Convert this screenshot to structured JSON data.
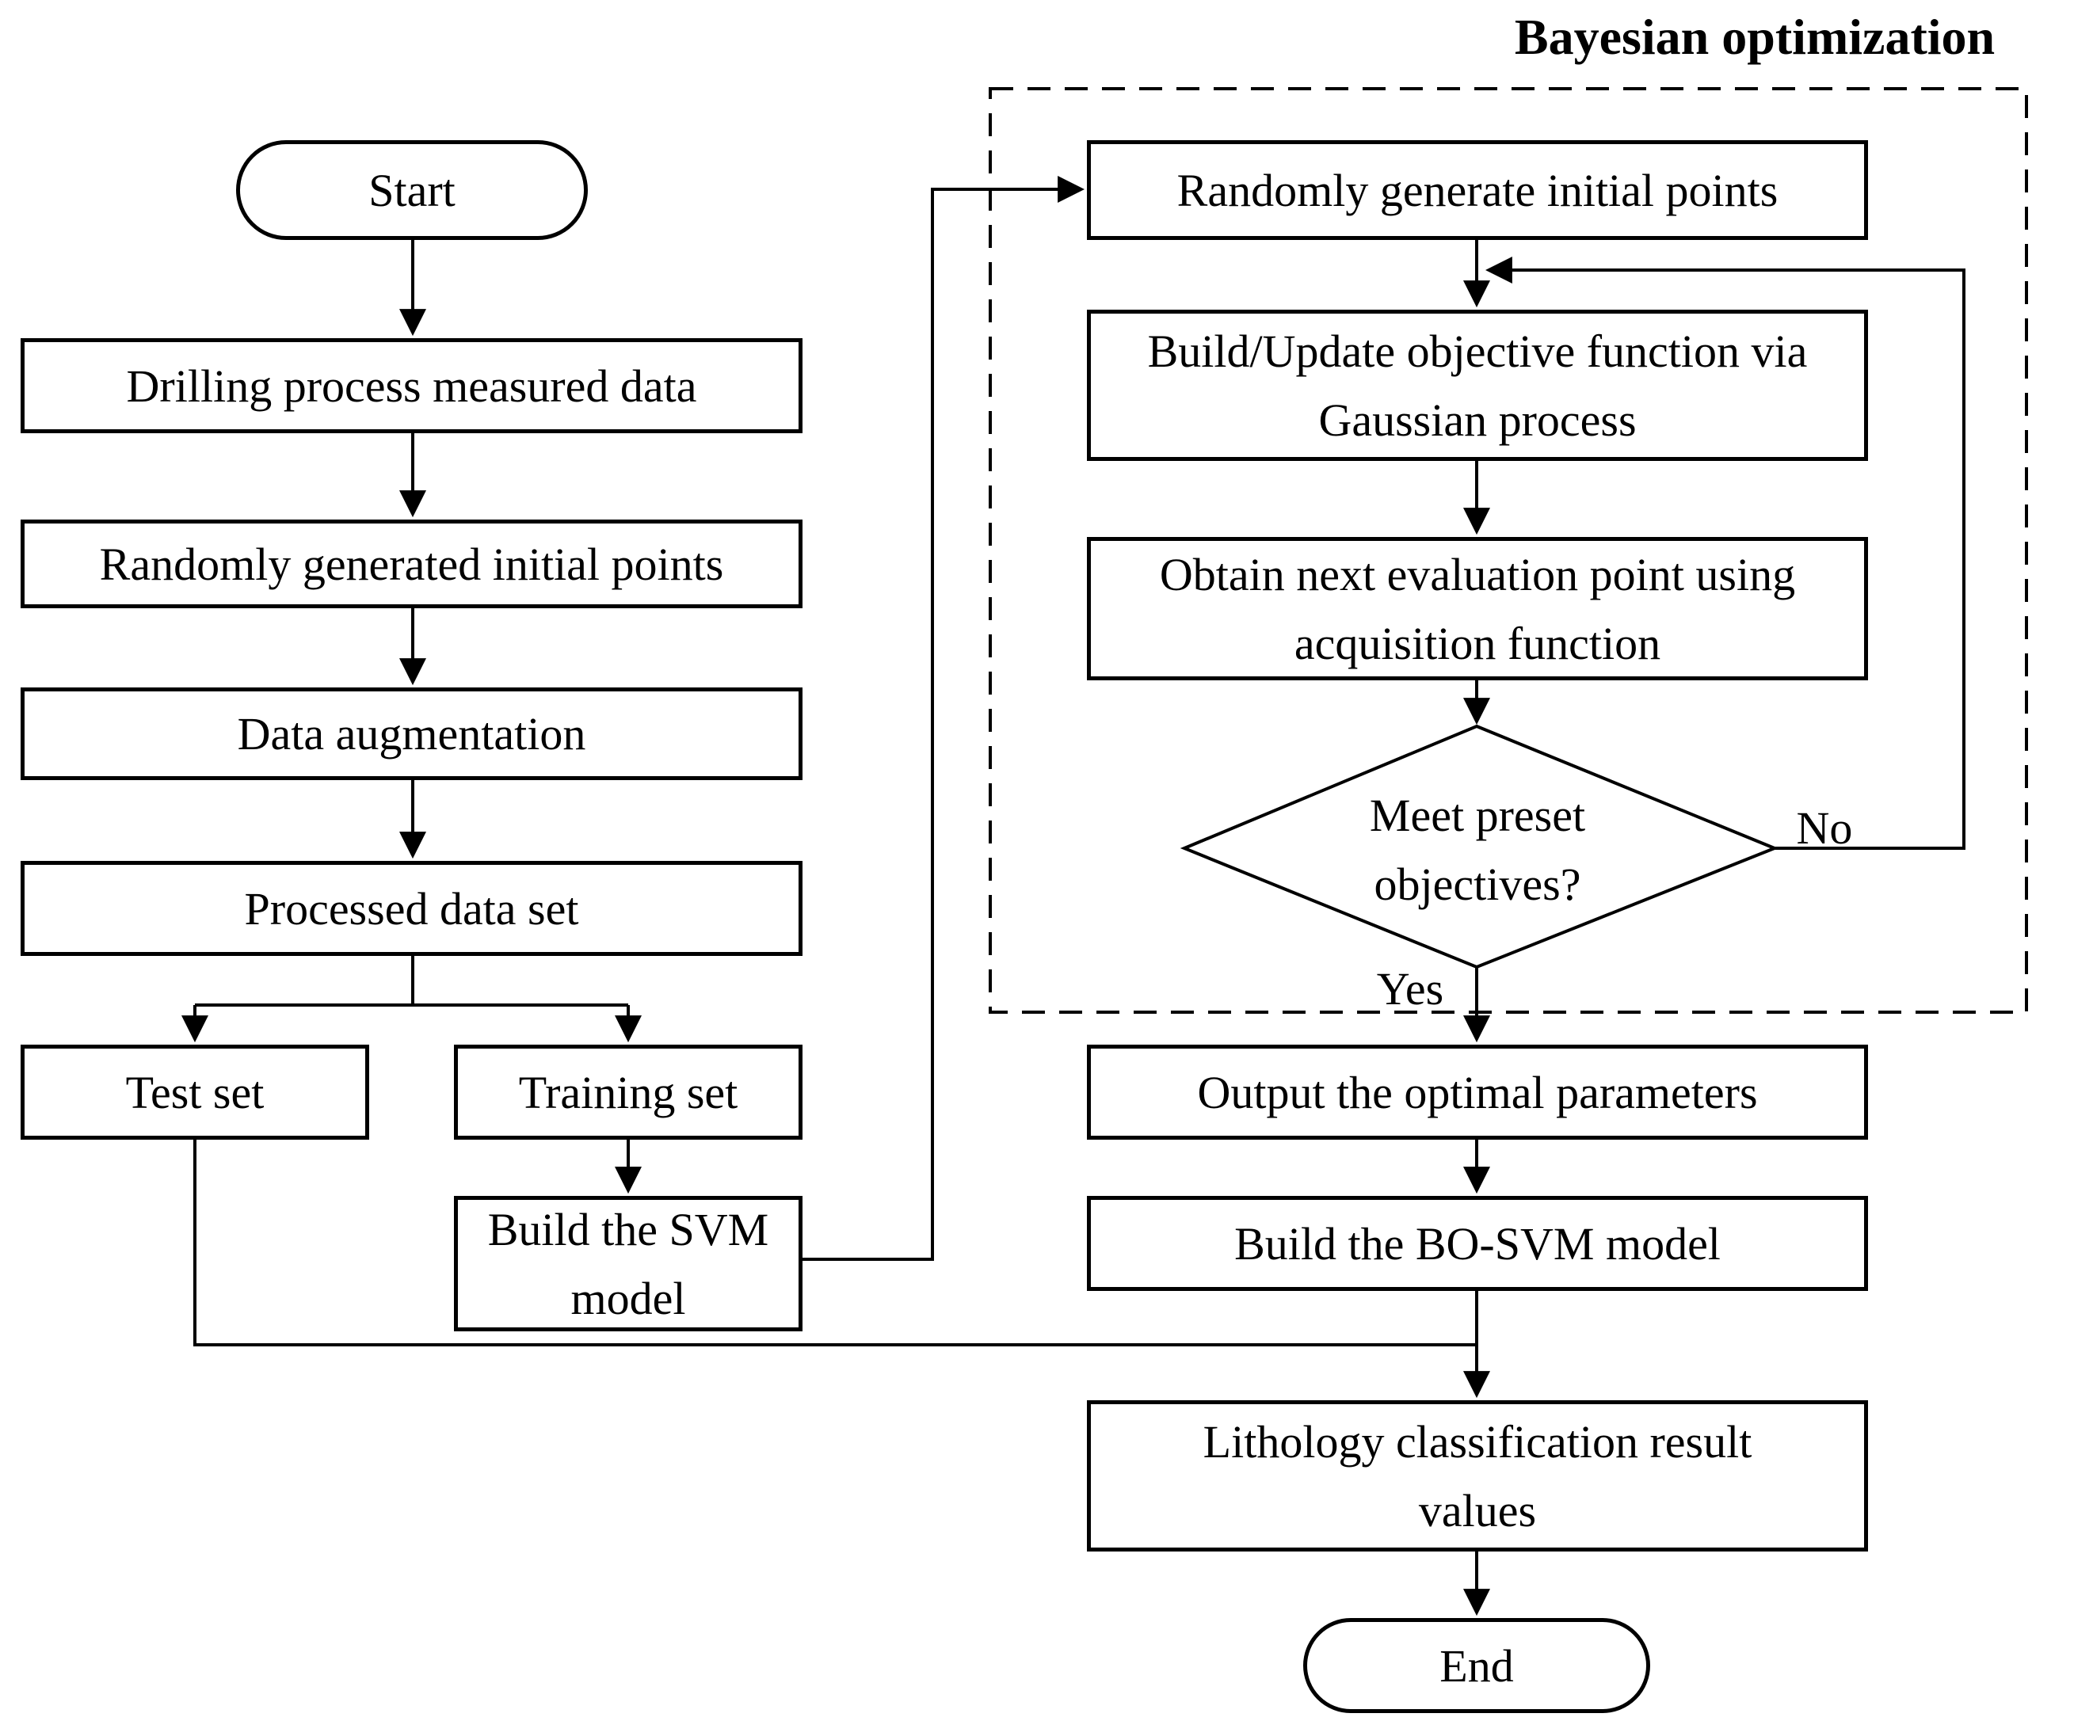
{
  "figure": {
    "background_color": "#ffffff",
    "line_color": "#000000",
    "text_color": "#000000"
  },
  "title": {
    "label": "Bayesian optimization"
  },
  "nodes": {
    "start": {
      "label": "Start",
      "shape": "terminator"
    },
    "drilling_data": {
      "label": "Drilling process measured data",
      "shape": "process"
    },
    "random_initial_left": {
      "label": "Randomly generated initial points",
      "shape": "process"
    },
    "data_augmentation": {
      "label": "Data augmentation",
      "shape": "process"
    },
    "processed_data_set": {
      "label": "Processed data set",
      "shape": "process"
    },
    "test_set": {
      "label": "Test set",
      "shape": "process"
    },
    "training_set": {
      "label": "Training set",
      "shape": "process"
    },
    "build_svm": {
      "label": "Build the SVM\nmodel",
      "shape": "process"
    },
    "random_initial_right": {
      "label": "Randomly generate initial points",
      "shape": "process"
    },
    "build_update_objective": {
      "label": "Build/Update objective function via\nGaussian process",
      "shape": "process"
    },
    "obtain_next_point": {
      "label": "Obtain next evaluation point using\nacquisition function",
      "shape": "process"
    },
    "meet_preset_objectives": {
      "label": "Meet preset\nobjectives?",
      "shape": "decision"
    },
    "output_parameters": {
      "label": "Output the optimal parameters",
      "shape": "process"
    },
    "build_bosvm": {
      "label": "Build the BO-SVM model",
      "shape": "process"
    },
    "lithology_result": {
      "label": "Lithology classification result\nvalues",
      "shape": "process"
    },
    "end": {
      "label": "End",
      "shape": "terminator"
    }
  },
  "edge_labels": {
    "no": "No",
    "yes": "Yes"
  }
}
